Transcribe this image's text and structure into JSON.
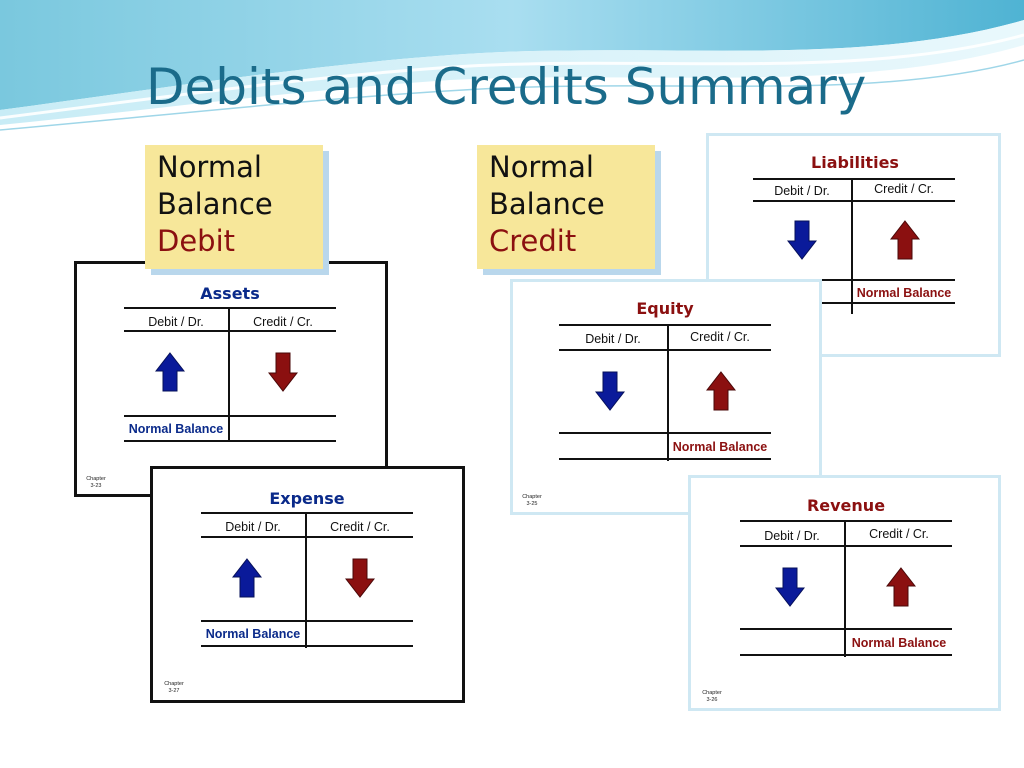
{
  "slide": {
    "title": "Debits and Credits Summary",
    "colors": {
      "title": "#1a6b8a",
      "note": "#f7e79a",
      "debit_arrow": "#0a1a9a",
      "credit_arrow": "#8b1010"
    }
  },
  "notes": {
    "debit": {
      "line1": "Normal",
      "line2": "Balance",
      "line3": "Debit"
    },
    "credit": {
      "line1": "Normal",
      "line2": "Balance",
      "line3": "Credit"
    }
  },
  "cards": {
    "assets": {
      "title": "Assets",
      "debit_header": "Debit / Dr.",
      "credit_header": "Credit / Cr.",
      "debit_arrow": "up-arrow-icon",
      "credit_arrow": "down-arrow-icon",
      "normal_balance": "Normal Balance",
      "chapter_label": "Chapter",
      "chapter_number": "3-23"
    },
    "expense": {
      "title": "Expense",
      "debit_header": "Debit / Dr.",
      "credit_header": "Credit / Cr.",
      "debit_arrow": "up-arrow-icon",
      "credit_arrow": "down-arrow-icon",
      "normal_balance": "Normal Balance",
      "chapter_label": "Chapter",
      "chapter_number": "3-27"
    },
    "liabilities": {
      "title": "Liabilities",
      "debit_header": "Debit / Dr.",
      "credit_header": "Credit / Cr.",
      "debit_arrow": "down-arrow-icon",
      "credit_arrow": "up-arrow-icon",
      "normal_balance": "Normal Balance"
    },
    "equity": {
      "title": "Equity",
      "debit_header": "Debit / Dr.",
      "credit_header": "Credit / Cr.",
      "debit_arrow": "down-arrow-icon",
      "credit_arrow": "up-arrow-icon",
      "normal_balance": "Normal Balance",
      "chapter_label": "Chapter",
      "chapter_number": "3-25"
    },
    "revenue": {
      "title": "Revenue",
      "debit_header": "Debit / Dr.",
      "credit_header": "Credit / Cr.",
      "debit_arrow": "down-arrow-icon",
      "credit_arrow": "up-arrow-icon",
      "normal_balance": "Normal Balance",
      "chapter_label": "Chapter",
      "chapter_number": "3-26"
    }
  }
}
